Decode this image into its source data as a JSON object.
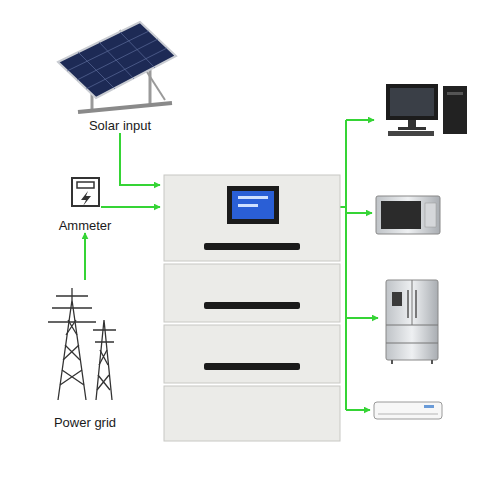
{
  "diagram": {
    "nodes": [
      {
        "text": [
          "Solar input"
        ]
      },
      {
        "text": [
          "Ammeter"
        ]
      },
      {
        "text": [
          "Power grid"
        ]
      }
    ],
    "edges": [
      {
        "from": 2,
        "to": 1,
        "arrow": "to"
      }
    ]
  }
}
